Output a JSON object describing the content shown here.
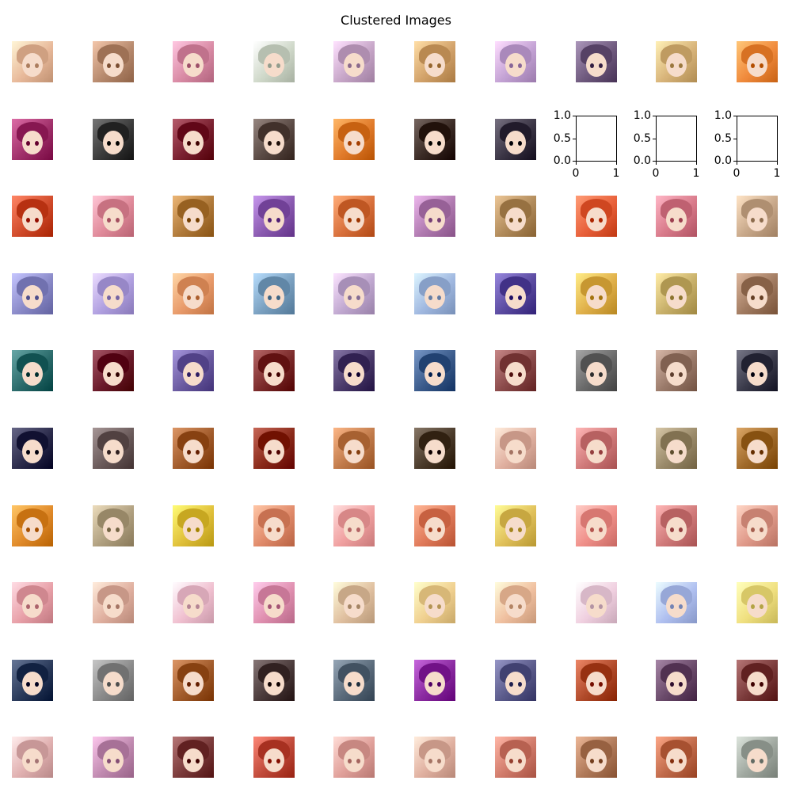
{
  "figure": {
    "title": "Clustered Images"
  },
  "grid": {
    "rows": 10,
    "cols": 10
  },
  "empty_axes": {
    "positions": [
      [
        1,
        7
      ],
      [
        1,
        8
      ],
      [
        1,
        9
      ]
    ],
    "y_ticks": [
      "1.0",
      "0.5",
      "0.0"
    ],
    "x_ticks": [
      "0",
      "1"
    ]
  },
  "thumbnails": [
    [
      "#e8b99a",
      "#b78a6e",
      "#d98ba5",
      "#cfd8c9",
      "#c7a6c8",
      "#d2a26a",
      "#c3a2d4",
      "#6f5a7e",
      "#d8b47a",
      "#f08a3c"
    ],
    [
      "#a0306a",
      "#3a3a3a",
      "#7a2030",
      "#5a4a44",
      "#e07a2a",
      "#3a2a24",
      "#3a3444",
      null,
      null,
      null
    ],
    [
      "#d04a2a",
      "#e08a9a",
      "#b07a3a",
      "#8a5ab0",
      "#d8703c",
      "#b07ab0",
      "#b08a5a",
      "#e8603a",
      "#d87a8a",
      "#c8a88a"
    ],
    [
      "#8a8ac8",
      "#b0a0e0",
      "#e89a6a",
      "#7aa0c0",
      "#c0a8d0",
      "#a0b8e0",
      "#5a4aa0",
      "#e0b04a",
      "#c8b06a",
      "#a07a60"
    ],
    [
      "#2a6a6a",
      "#6a1a2a",
      "#6a5aa0",
      "#7a2a2a",
      "#4a3a6a",
      "#3a5a8a",
      "#8a4a4a",
      "#6a6a6a",
      "#9a7a6a",
      "#3a3a4a"
    ],
    [
      "#2a2a4a",
      "#6a5a5a",
      "#a05a2a",
      "#8a2a1a",
      "#c07a4a",
      "#4a3a2a",
      "#e0b0a0",
      "#d07a7a",
      "#9a8a6a",
      "#a06a2a"
    ],
    [
      "#e08a2a",
      "#b0a080",
      "#e0c03a",
      "#e08a6a",
      "#f0a0a0",
      "#e07a5a",
      "#e0c05a",
      "#f0908a",
      "#d07a7a",
      "#e09a8a"
    ],
    [
      "#e8a0a8",
      "#e0b0a0",
      "#f0c0d0",
      "#e090b0",
      "#e0c0a0",
      "#f0d090",
      "#f0c0a0",
      "#f0d0e0",
      "#b0c0f0",
      "#f0e080"
    ],
    [
      "#2a3a5a",
      "#8a8a8a",
      "#a05a2a",
      "#4a3a3a",
      "#5a6a7a",
      "#8a2aa0",
      "#5a5a8a",
      "#b04a2a",
      "#6a4a6a",
      "#7a3a3a"
    ],
    [
      "#e0b0b0",
      "#c08ab0",
      "#7a3a3a",
      "#c04a3a",
      "#e0a09a",
      "#e0b0a0",
      "#d07a6a",
      "#b07a5a",
      "#c06a4a",
      "#a0a8a0"
    ]
  ]
}
